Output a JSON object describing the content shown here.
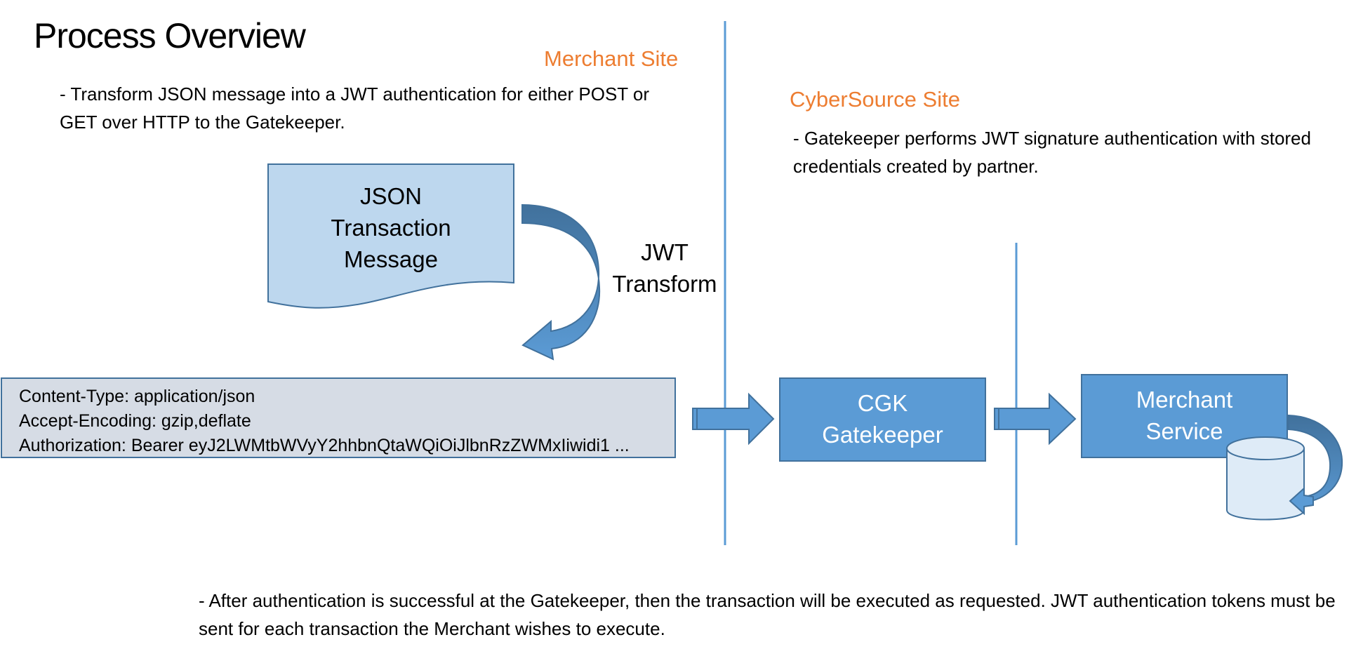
{
  "title": "Process Overview",
  "sites": {
    "merchant": {
      "label": "Merchant Site",
      "note": "- Transform JSON message into a JWT authentication for either POST or GET over HTTP to the Gatekeeper."
    },
    "cybersource": {
      "label": "CyberSource Site",
      "note": "- Gatekeeper performs JWT signature authentication with stored credentials created by partner."
    }
  },
  "colors": {
    "accent_orange": "#ed7d31",
    "process_blue": "#5b9bd5",
    "border_blue": "#41719c",
    "doc_fill": "#bdd7ee",
    "header_fill": "#d6dce5",
    "db_fill": "#deebf7"
  },
  "nodes": {
    "json_message": {
      "lines": [
        "JSON",
        "Transaction",
        "Message"
      ],
      "shape": "document"
    },
    "jwt_transform": {
      "lines": [
        "JWT",
        "Transform"
      ],
      "icon": "curved-arrow-icon"
    },
    "http_headers": {
      "lines": [
        "Content-Type: application/json",
        "Accept-Encoding: gzip,deflate",
        "Authorization: Bearer eyJ2LWMtbWVyY2hhbnQtaWQiOiJlbnRzZWMxIiwidi1 ..."
      ]
    },
    "gatekeeper": {
      "lines": [
        "CGK",
        "Gatekeeper"
      ],
      "shape": "process"
    },
    "merchant_service": {
      "lines": [
        "Merchant",
        "Service"
      ],
      "shape": "process"
    },
    "database": {
      "icon": "database-icon"
    }
  },
  "edges": [
    {
      "from": "json_message",
      "to": "http_headers",
      "label": "JWT Transform",
      "icon": "curved-arrow-icon"
    },
    {
      "from": "http_headers",
      "to": "gatekeeper",
      "icon": "right-arrow-icon"
    },
    {
      "from": "gatekeeper",
      "to": "merchant_service",
      "icon": "right-arrow-icon"
    },
    {
      "from": "merchant_service",
      "to": "database",
      "icon": "curved-arrow-icon"
    }
  ],
  "footer_note": "- After authentication is successful at the Gatekeeper, then the transaction will be executed as requested. JWT authentication tokens must be sent for each transaction the Merchant wishes to execute."
}
